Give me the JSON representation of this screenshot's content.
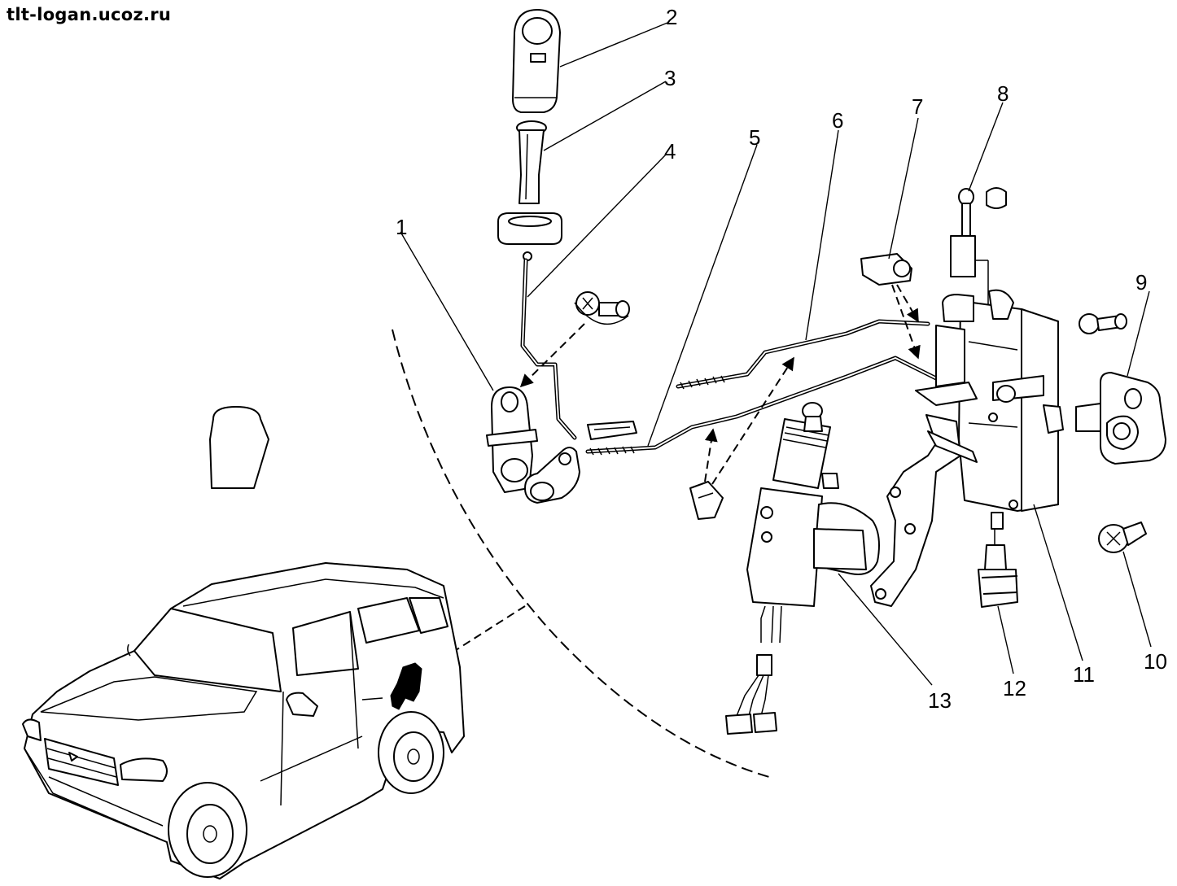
{
  "watermark": "tlt-logan.ucoz.ru",
  "callouts": [
    {
      "id": 1,
      "label": "1"
    },
    {
      "id": 2,
      "label": "2"
    },
    {
      "id": 3,
      "label": "3"
    },
    {
      "id": 4,
      "label": "4"
    },
    {
      "id": 5,
      "label": "5"
    },
    {
      "id": 6,
      "label": "6"
    },
    {
      "id": 7,
      "label": "7"
    },
    {
      "id": 8,
      "label": "8"
    },
    {
      "id": 9,
      "label": "9"
    },
    {
      "id": 10,
      "label": "10"
    },
    {
      "id": 11,
      "label": "11"
    },
    {
      "id": 12,
      "label": "12"
    },
    {
      "id": 13,
      "label": "13"
    }
  ]
}
